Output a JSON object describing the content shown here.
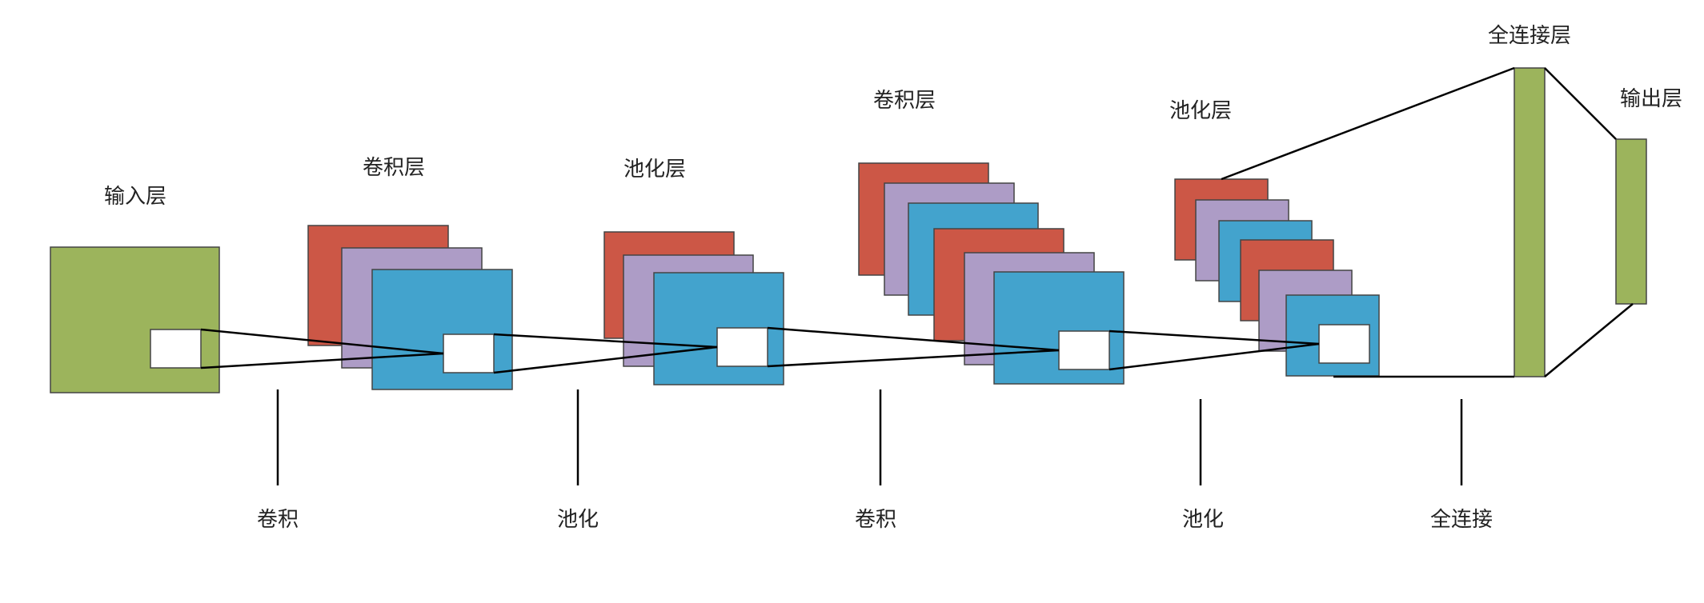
{
  "colors": {
    "input": "#9cb45c",
    "red": "#cc5746",
    "purple": "#ad9cc6",
    "blue": "#43a3cd",
    "window": "#ffffff",
    "line": "#000000"
  },
  "layer_labels": {
    "input": "输入层",
    "conv1": "卷积层",
    "pool1": "池化层",
    "conv2": "卷积层",
    "pool2": "池化层",
    "fc": "全连接层",
    "output": "输出层"
  },
  "operation_labels": {
    "conv1": "卷积",
    "pool1": "池化",
    "conv2": "卷积",
    "pool2": "池化",
    "fc": "全连接"
  }
}
